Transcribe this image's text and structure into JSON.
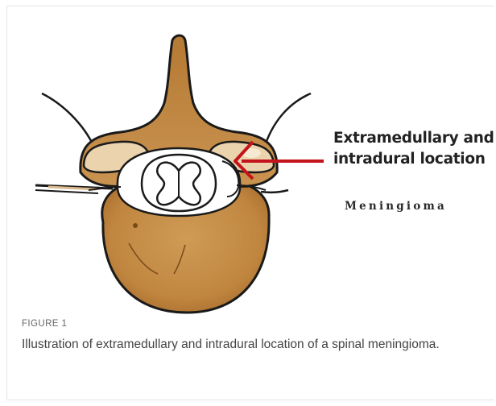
{
  "illustration": {
    "annotation": {
      "line1": "Extramedullary and",
      "line2": "intradural location"
    },
    "tumor_label": "Meningioma",
    "colors": {
      "bone": "#c58d45",
      "bone_light": "#e9d2ad",
      "cord": "#ffffff",
      "outline": "#1a1a1a",
      "arrow": "#c4141b"
    }
  },
  "figure": {
    "label": "FIGURE 1",
    "caption": "Illustration of extramedullary and intradural location of a spinal meningioma."
  }
}
